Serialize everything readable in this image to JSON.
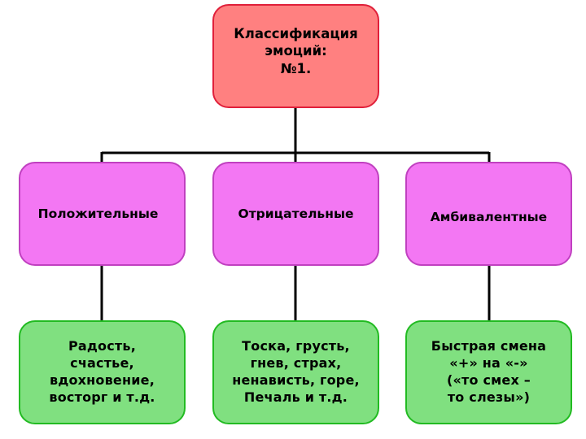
{
  "root": {
    "label": "Классификация\nэмоций:\n№1."
  },
  "categories": [
    {
      "label": "Положительные"
    },
    {
      "label": "Отрицательные"
    },
    {
      "label": "Амбивалентные"
    }
  ],
  "examples": [
    {
      "label": "Радость,\nсчастье,\nвдохновение,\nвосторг и т.д."
    },
    {
      "label": "Тоска, грусть,\nгнев, страх,\nненависть, горе,\nПечаль и т.д."
    },
    {
      "label": "Быстрая смена\n«+» на «-»\n(«то смех –\nто слезы»)"
    }
  ],
  "colors": {
    "root_fill": "#ff8080",
    "root_border": "#e0203a",
    "category_fill": "#f377f3",
    "category_border": "#c040c0",
    "example_fill": "#80e080",
    "example_border": "#22bb22",
    "connector": "#000000"
  }
}
